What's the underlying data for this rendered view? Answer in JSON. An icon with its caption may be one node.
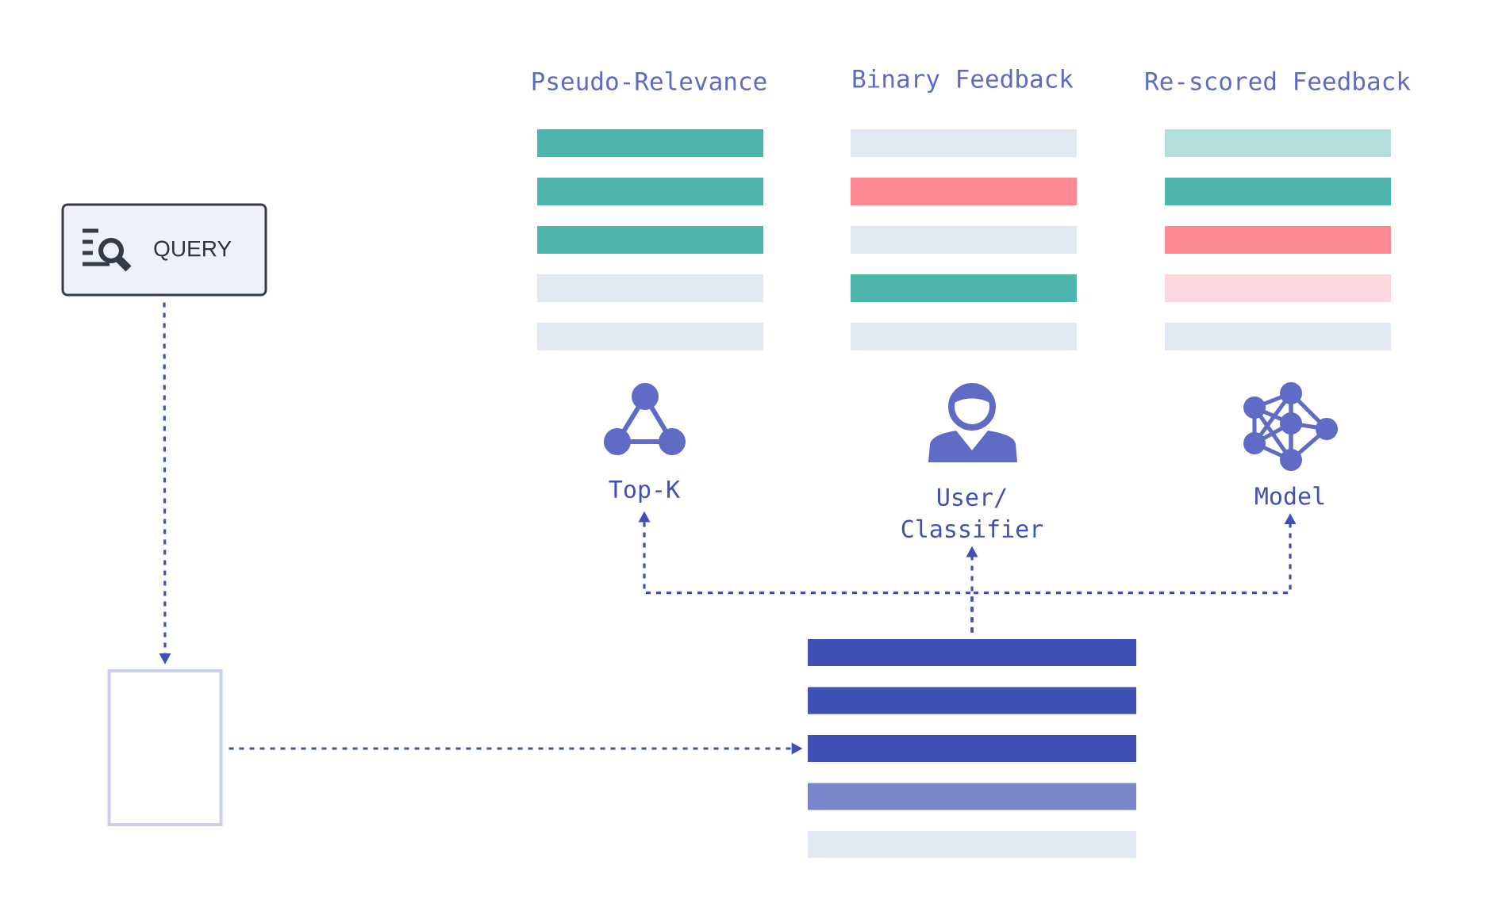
{
  "diagram": {
    "nodes": [
      {
        "text": [
          "QUERY"
        ]
      },
      {
        "text": [],
        "shape": "cylinder"
      },
      {
        "text": [],
        "shape": "bar"
      },
      {
        "text": [
          "Top-K"
        ]
      },
      {
        "text": [
          "User/ Classifier"
        ]
      },
      {
        "text": [
          "Model"
        ]
      }
    ],
    "edges": [
      {
        "from": 0,
        "to": 1,
        "arrow": "to"
      },
      {
        "from": 1,
        "to": 2,
        "arrow": "to"
      },
      {
        "from": 2,
        "to": 3,
        "arrow": "to"
      },
      {
        "from": 2,
        "to": 4,
        "arrow": "to"
      },
      {
        "from": 2,
        "to": 5,
        "arrow": "to"
      }
    ],
    "labels": [
      "Pseudo-Relevance",
      "Binary Feedback",
      "Re-scored Feedback"
    ]
  }
}
